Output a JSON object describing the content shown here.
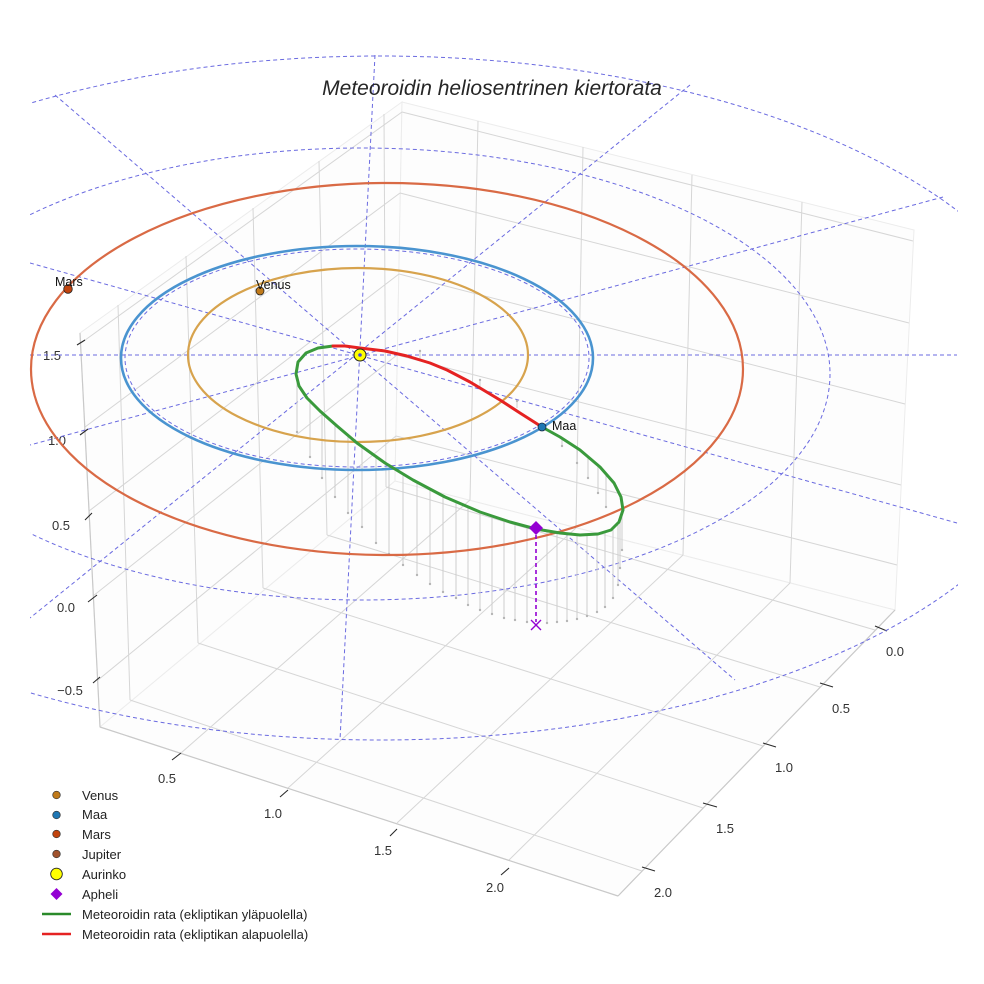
{
  "chart_data": {
    "type": "line3d",
    "title": "Meteoroidin heliosentrinen kiertorata",
    "xlabel": "",
    "ylabel": "",
    "zlabel": "",
    "grid": true,
    "legend_position": "lower left",
    "axes": {
      "x": {
        "ticks": [
          0.5,
          1.0,
          1.5,
          2.0
        ],
        "tick_labels": [
          "0.5",
          "1.0",
          "1.5",
          "2.0"
        ],
        "range_est": [
          0.15,
          2.7
        ]
      },
      "y": {
        "ticks": [
          0.0,
          0.5,
          1.0,
          1.5,
          2.0
        ],
        "tick_labels": [
          "0.0",
          "0.5",
          "1.0",
          "1.5",
          "2.0"
        ],
        "range_est": [
          -0.15,
          2.25
        ]
      },
      "z": {
        "ticks": [
          1.5,
          1.0,
          0.5,
          0.0,
          -0.5
        ],
        "tick_labels": [
          "1.5",
          "1.0",
          "0.5",
          "0.0",
          "−0.5"
        ],
        "range_est": [
          -0.8,
          1.55
        ]
      }
    },
    "series": [
      {
        "name": "Venus",
        "kind": "orbit+marker",
        "orbit_color": "#d4a24c",
        "marker_color": "#c07a1a",
        "orbit_radius_au_est": 0.72
      },
      {
        "name": "Maa",
        "kind": "orbit+marker",
        "orbit_color": "#4a94d0",
        "marker_color": "#1f77b4",
        "orbit_radius_au_est": 1.0
      },
      {
        "name": "Mars",
        "kind": "orbit+marker",
        "orbit_color": "#d96a45",
        "marker_color": "#c1440e",
        "orbit_radius_au_est": 1.52
      },
      {
        "name": "Jupiter",
        "kind": "marker",
        "marker_color": "#a0522d"
      },
      {
        "name": "Aurinko",
        "kind": "marker",
        "marker_color": "#ffff00"
      },
      {
        "name": "Apheli",
        "kind": "marker",
        "marker_color": "#9400d3",
        "distance_au_est": 2.3
      },
      {
        "name": "Meteoroidin rata (ekliptikan yläpuolella)",
        "kind": "line",
        "color": "#3a9a3c"
      },
      {
        "name": "Meteoroidin rata (ekliptikan alapuolella)",
        "kind": "line",
        "color": "#e52222"
      }
    ],
    "annotations": [
      "Venus",
      "Maa",
      "Mars"
    ],
    "ecliptic_grid": {
      "style": "dashed",
      "color": "#6a6ae0",
      "circles_au": [
        1,
        2,
        3
      ],
      "radial_lines": 12
    }
  },
  "annotations": {
    "venus": "Venus",
    "maa": "Maa",
    "mars": "Mars"
  },
  "legend": {
    "items": [
      {
        "label": "Venus",
        "color": "#c07a1a"
      },
      {
        "label": "Maa",
        "color": "#1f77b4"
      },
      {
        "label": "Mars",
        "color": "#c1440e"
      },
      {
        "label": "Jupiter",
        "color": "#a0522d"
      },
      {
        "label": "Aurinko",
        "color": "#ffff00"
      },
      {
        "label": "Apheli",
        "color": "#9400d3"
      },
      {
        "label": "Meteoroidin rata (ekliptikan yläpuolella)",
        "color": "#2a8a2a"
      },
      {
        "label": "Meteoroidin rata (ekliptikan alapuolella)",
        "color": "#e52222"
      }
    ]
  }
}
